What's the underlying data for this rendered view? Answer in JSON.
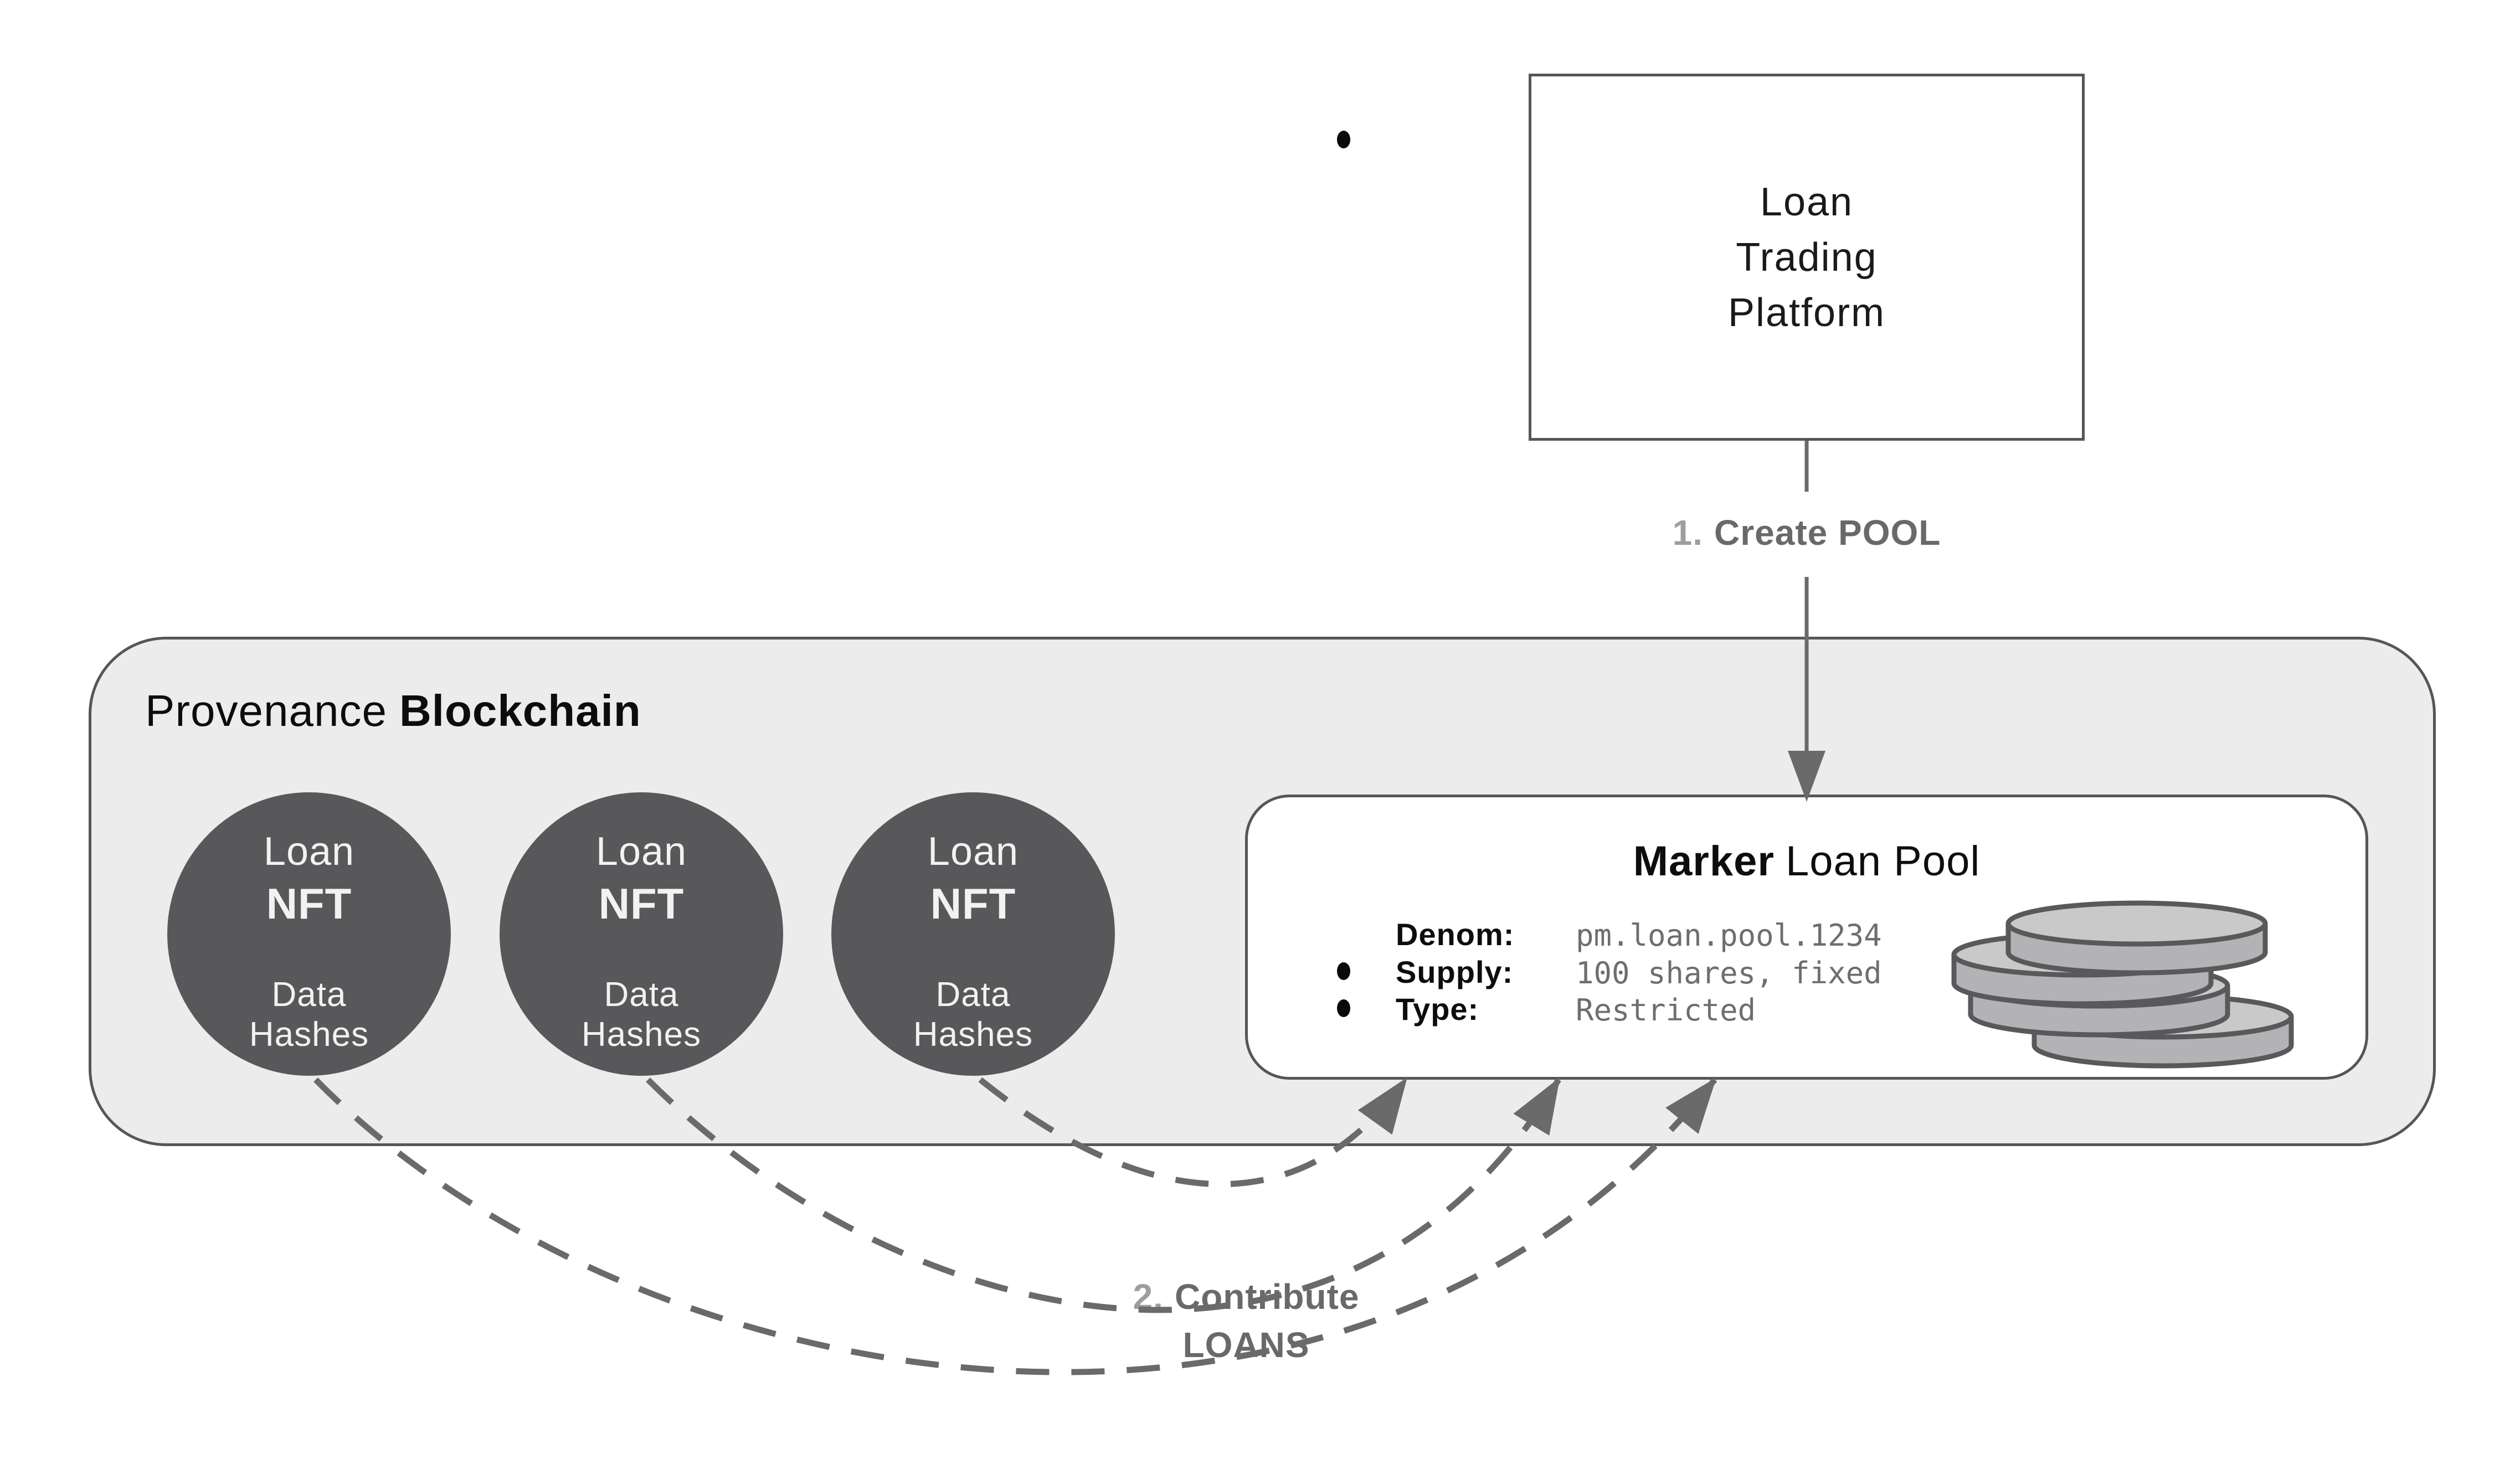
{
  "platform_box": {
    "lines": [
      "Loan",
      "Trading",
      "Platform"
    ]
  },
  "step1": {
    "number": "1.",
    "label": "Create POOL"
  },
  "blockchain": {
    "title_regular": "Provenance",
    "title_bold": "Blockchain"
  },
  "nft_circles": [
    {
      "line1": "Loan",
      "line2": "NFT",
      "line3": "Data",
      "line4": "Hashes"
    },
    {
      "line1": "Loan",
      "line2": "NFT",
      "line3": "Data",
      "line4": "Hashes"
    },
    {
      "line1": "Loan",
      "line2": "NFT",
      "line3": "Data",
      "line4": "Hashes"
    }
  ],
  "marker_pool": {
    "title_bold": "Marker",
    "title_regular": "Loan Pool",
    "rows": [
      {
        "label": "Denom:",
        "value": "pm.loan.pool.1234"
      },
      {
        "label": "Supply:",
        "value": "100 shares, fixed"
      },
      {
        "label": "Type:",
        "value": "Restricted"
      }
    ],
    "icon": "coin-stack-icon"
  },
  "step2": {
    "number": "2.",
    "line1": "Contribute",
    "line2": "LOANS"
  },
  "colors": {
    "background": "#ffffff",
    "container_fill": "#ececec",
    "outline_gray": "#55565a",
    "circle_fill": "#58585a",
    "circle_text": "#f2f2f2",
    "step_number_gray": "#9e9e9e",
    "step_text_gray": "#696969",
    "value_gray": "#6e6e6e",
    "arrow_gray": "#6a6a6a",
    "coin_top": "#c9c9ca",
    "coin_side": "#b3b3b5"
  }
}
